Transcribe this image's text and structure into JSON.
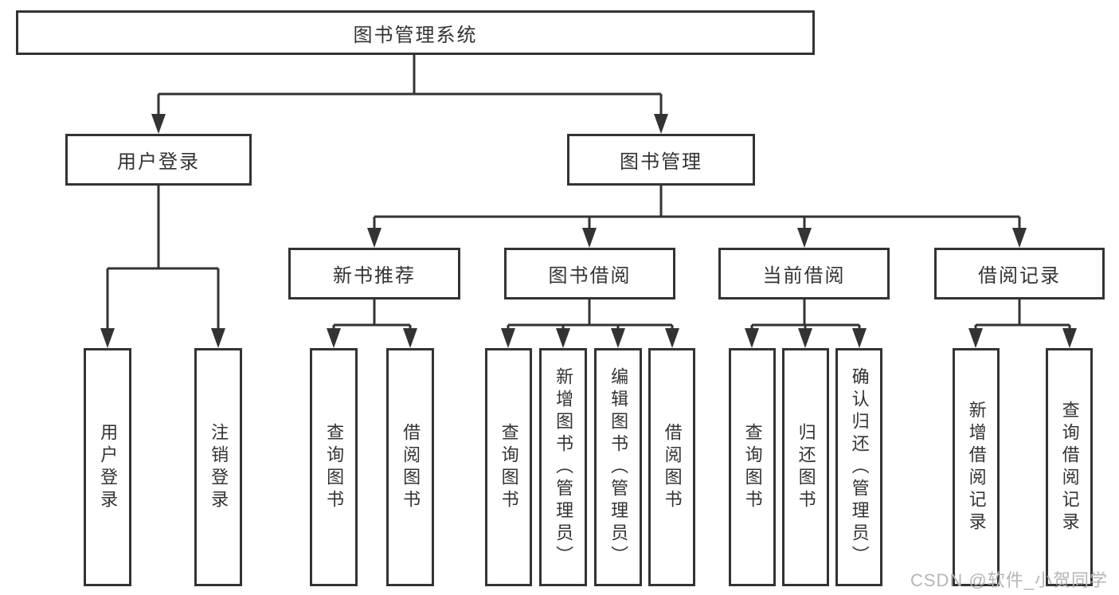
{
  "diagram": {
    "root": {
      "label": "图书管理系统"
    },
    "level2": [
      {
        "label": "用户登录",
        "parent": "图书管理系统"
      },
      {
        "label": "图书管理",
        "parent": "图书管理系统"
      }
    ],
    "level3": [
      {
        "label": "新书推荐",
        "parent": "图书管理"
      },
      {
        "label": "图书借阅",
        "parent": "图书管理"
      },
      {
        "label": "当前借阅",
        "parent": "图书管理"
      },
      {
        "label": "借阅记录",
        "parent": "图书管理"
      }
    ],
    "leaves": [
      {
        "label": "用户登录",
        "parent": "用户登录"
      },
      {
        "label": "注销登录",
        "parent": "用户登录"
      },
      {
        "label": "查询图书",
        "parent": "新书推荐"
      },
      {
        "label": "借阅图书",
        "parent": "新书推荐"
      },
      {
        "label": "查询图书",
        "parent": "图书借阅"
      },
      {
        "label": "新增图书（管理员）",
        "parent": "图书借阅"
      },
      {
        "label": "编辑图书（管理员）",
        "parent": "图书借阅"
      },
      {
        "label": "借阅图书",
        "parent": "图书借阅"
      },
      {
        "label": "查询图书",
        "parent": "当前借阅"
      },
      {
        "label": "归还图书",
        "parent": "当前借阅"
      },
      {
        "label": "确认归还（管理员）",
        "parent": "当前借阅"
      },
      {
        "label": "新增借阅记录",
        "parent": "借阅记录"
      },
      {
        "label": "查询借阅记录",
        "parent": "借阅记录"
      }
    ]
  },
  "watermark": {
    "text": "CSDN @软件_小贺同学"
  },
  "colors": {
    "line": "#333333",
    "text": "#333333",
    "box_background": "#ffffff",
    "watermark": "#b5b5b5",
    "background": "#ffffff"
  }
}
